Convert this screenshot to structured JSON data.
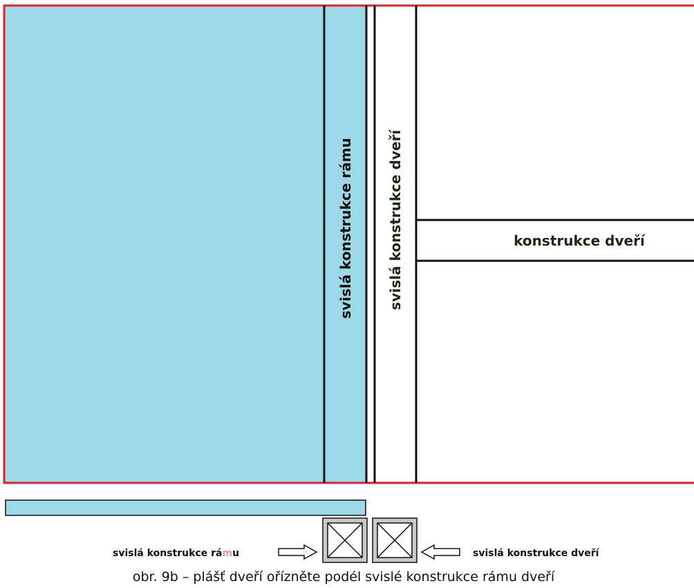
{
  "labels": {
    "frame_vertical": "svislá konstrukce rámu",
    "door_vertical": "svislá konstrukce dveří",
    "door_horizontal": "konstrukce dveří",
    "legend_frame_prefix": "svislá konstrukce rá",
    "legend_frame_highlight": "m",
    "legend_frame_suffix": "u",
    "legend_door": "svislá konstrukce dveří",
    "caption": "obr. 9b – plášť dveří ořízněte podél svislé konstrukce rámu dveří"
  },
  "colors": {
    "panel_fill": "#9dd8e9",
    "border": "#e0202a",
    "line": "#111111",
    "door_text": "#1b2a12",
    "highlight_letter": "#e28fb2"
  }
}
